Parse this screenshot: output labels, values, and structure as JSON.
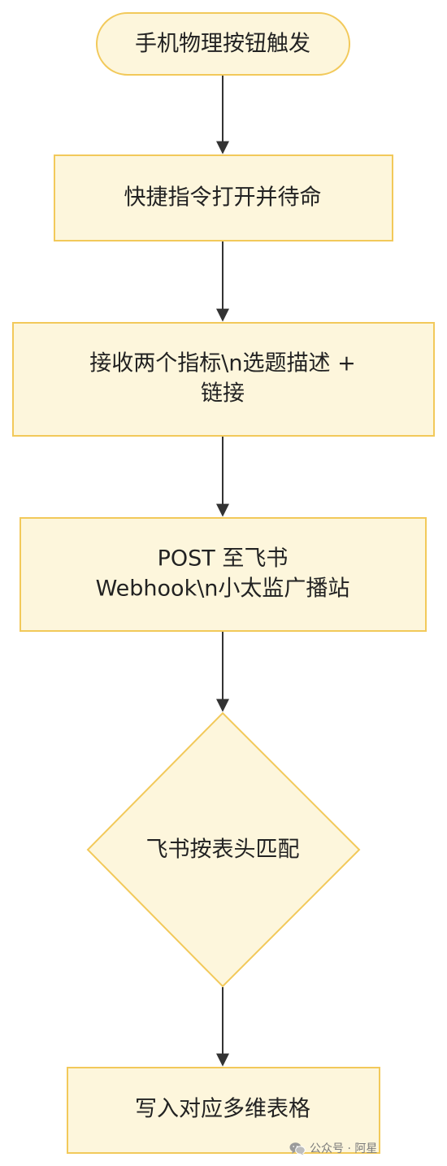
{
  "nodes": {
    "start": {
      "text": "手机物理按钮触发"
    },
    "shortcut": {
      "text": "快捷指令打开并待命"
    },
    "receive": {
      "lines": [
        "接收两个指标\\n选题描述 +",
        "链接"
      ]
    },
    "post": {
      "lines": [
        "POST 至飞书",
        "Webhook\\n小太监广播站"
      ]
    },
    "decision": {
      "text": "飞书按表头匹配"
    },
    "write": {
      "text": "写入对应多维表格"
    }
  },
  "watermark": {
    "icon": "wechat-icon",
    "text": "公众号 · 阿星"
  },
  "colors": {
    "node_fill": "#fdf6dc",
    "node_border": "#f2c95a",
    "edge": "#333333",
    "text": "#222222"
  }
}
